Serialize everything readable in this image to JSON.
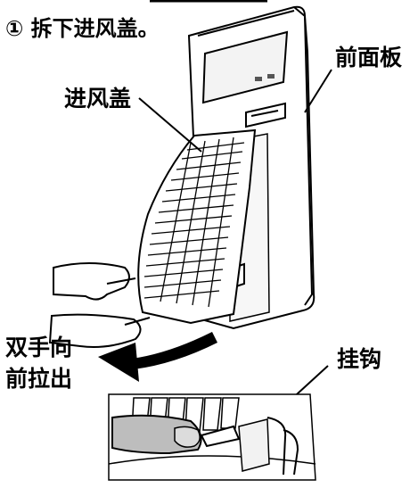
{
  "step": {
    "heading": "① 拆下进风盖。"
  },
  "labels": {
    "front_panel": "前面板",
    "intake_cover": "进风盖",
    "both_hands_line1": "双手向",
    "both_hands_line2": "前拉出",
    "hook": "挂钩"
  }
}
